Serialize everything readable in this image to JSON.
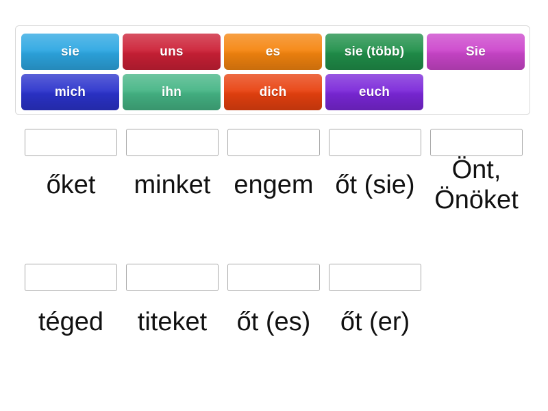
{
  "word_bank": {
    "rows": [
      [
        {
          "label": "sie",
          "color": "#2da7e2"
        },
        {
          "label": "uns",
          "color": "#cc2036"
        },
        {
          "label": "es",
          "color": "#f5850f"
        },
        {
          "label": "sie (több)",
          "color": "#20904a"
        },
        {
          "label": "Sie",
          "color": "#cc46cc"
        }
      ],
      [
        {
          "label": "mich",
          "color": "#2b33cc"
        },
        {
          "label": "ihn",
          "color": "#45b585"
        },
        {
          "label": "dich",
          "color": "#e8410f"
        },
        {
          "label": "euch",
          "color": "#7b27d9"
        },
        {
          "label": "",
          "color": ""
        }
      ]
    ]
  },
  "answers": {
    "rows": [
      {
        "dropzones": [
          "",
          "",
          "",
          "",
          ""
        ],
        "labels": [
          "őket",
          "minket",
          "engem",
          "őt (sie)",
          "Önt,\nÖnöket"
        ]
      },
      {
        "dropzones": [
          "",
          "",
          "",
          ""
        ],
        "labels": [
          "téged",
          "titeket",
          "őt (es)",
          "őt (er)"
        ]
      }
    ]
  }
}
